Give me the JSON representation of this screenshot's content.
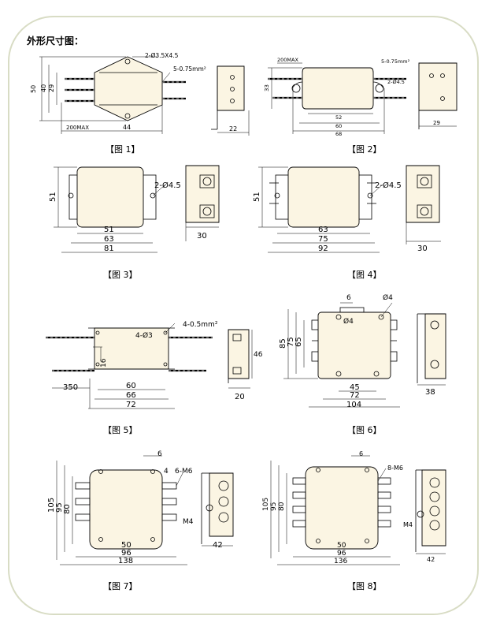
{
  "heading": "外形尺寸图：",
  "captions": [
    "【图 1】",
    "【图 2】",
    "【图 3】",
    "【图 4】",
    "【图 5】",
    "【图 6】",
    "【图 7】",
    "【图 8】"
  ],
  "fig1": {
    "hole": "2-Ø3.5X4.5",
    "wire": "5-0.75mm²",
    "d50": "50",
    "d40": "40",
    "d29": "29",
    "d200": "200MAX",
    "d44": "44",
    "d22": "22"
  },
  "fig2": {
    "d200": "200MAX",
    "wire": "5-0.75mm²",
    "hole": "2-Ø4.5",
    "d33": "33",
    "d52": "52",
    "d60": "60",
    "d68": "68",
    "d29": "29"
  },
  "fig3": {
    "hole": "2-Ø4.5",
    "d51": "51",
    "d51b": "51",
    "d63": "63",
    "d81": "81",
    "d30": "30"
  },
  "fig4": {
    "hole": "2-Ø4.5",
    "d51": "51",
    "d63": "63",
    "d75": "75",
    "d92": "92",
    "d30": "30"
  },
  "fig5": {
    "wire": "4-0.5mm²",
    "hole": "4-Ø3",
    "d16": "16",
    "d350": "350",
    "d60": "60",
    "d66": "66",
    "d72": "72",
    "d46": "46",
    "d20": "20"
  },
  "fig6": {
    "d6": "6",
    "hole": "Ø4",
    "hole2": "Ø4",
    "d85": "85",
    "d75": "75",
    "d65": "65",
    "d45": "45",
    "d72": "72",
    "d104": "104",
    "d38": "38"
  },
  "fig7": {
    "d6": "6",
    "d4": "4",
    "term": "6-M6",
    "m4": "M4",
    "d105": "105",
    "d95": "95",
    "d80": "80",
    "d50": "50",
    "d96": "96",
    "d138": "138",
    "d42": "42"
  },
  "fig8": {
    "d6": "6",
    "term": "8-M6",
    "m4": "M4",
    "d105": "105",
    "d95": "95",
    "d80": "80",
    "d50": "50",
    "d96": "96",
    "d136": "136",
    "d42": "42"
  }
}
